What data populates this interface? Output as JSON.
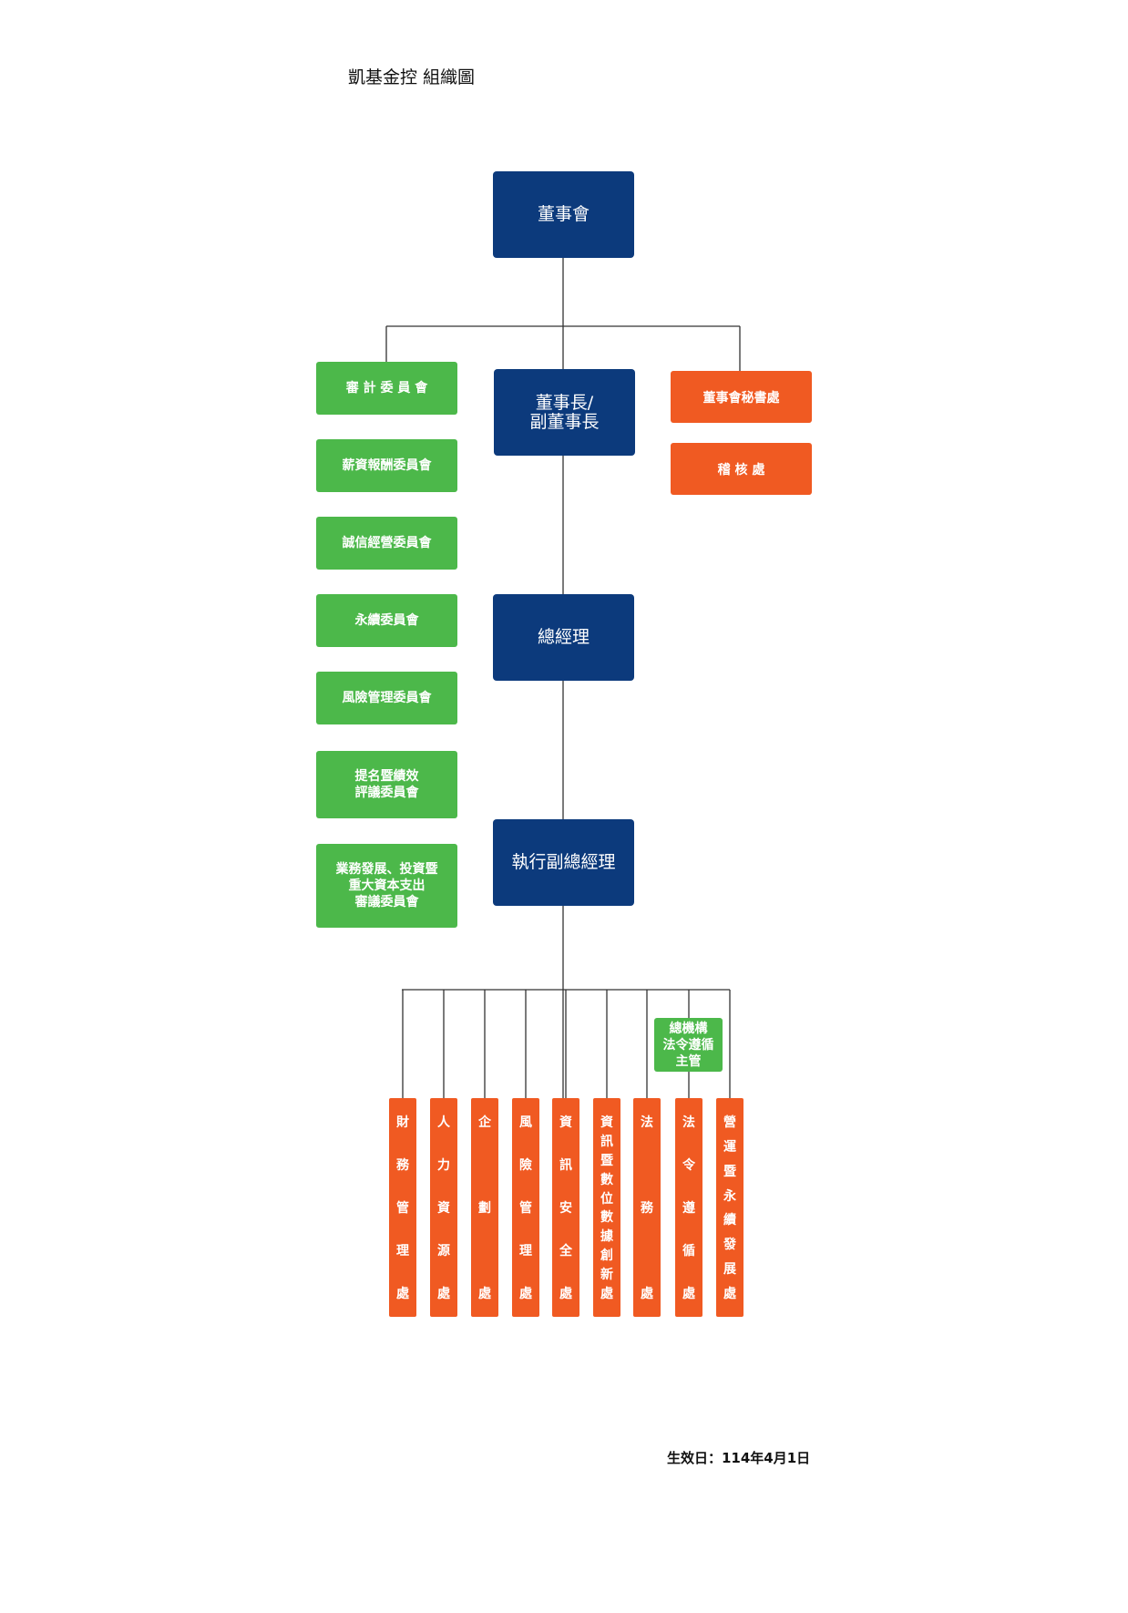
{
  "title": "凱基金控  組織圖",
  "footer": "生效日：114年4月1日",
  "colors": {
    "navy": "#0c3a7c",
    "green": "#4cb84a",
    "orange": "#f05a22",
    "line": "#333333"
  },
  "board": "董事會",
  "chairman": "董事長/\n副董事長",
  "president": "總經理",
  "evp": "執行副總經理",
  "committees": [
    "審 計 委 員 會",
    "薪資報酬委員會",
    "誠信經營委員會",
    "永續委員會",
    "風險管理委員會",
    "提名暨績效\n評議委員會",
    "業務發展、投資暨\n重大資本支出\n審議委員會"
  ],
  "board_units": [
    "董事會秘書處",
    "稽  核  處"
  ],
  "compliance_head": "總機構\n法令遵循\n主管",
  "departments": [
    "財務管理處",
    "人力資源處",
    "企劃處",
    "風險管理處",
    "資訊安全處",
    "資訊暨數位數據創新處",
    "法務處",
    "法令遵循處",
    "營運暨永續發展處"
  ]
}
